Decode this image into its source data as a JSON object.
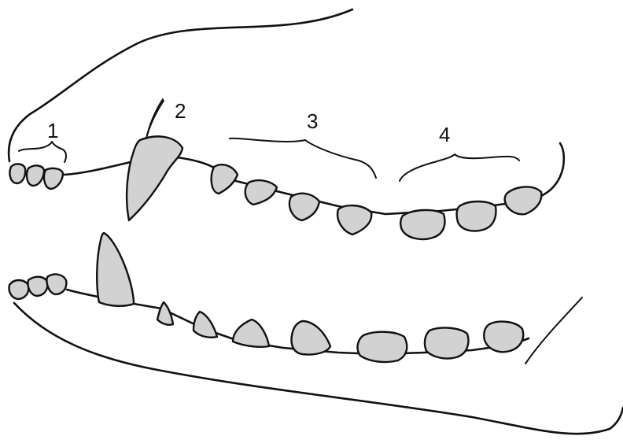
{
  "figure": {
    "labels": [
      {
        "id": "incisors",
        "text": "1"
      },
      {
        "id": "canine",
        "text": "2"
      },
      {
        "id": "premolars",
        "text": "3"
      },
      {
        "id": "molars",
        "text": "4"
      }
    ]
  },
  "colors": {
    "line": "#111111",
    "tooth_fill": "#d2d2d2",
    "background": "#ffffff"
  }
}
